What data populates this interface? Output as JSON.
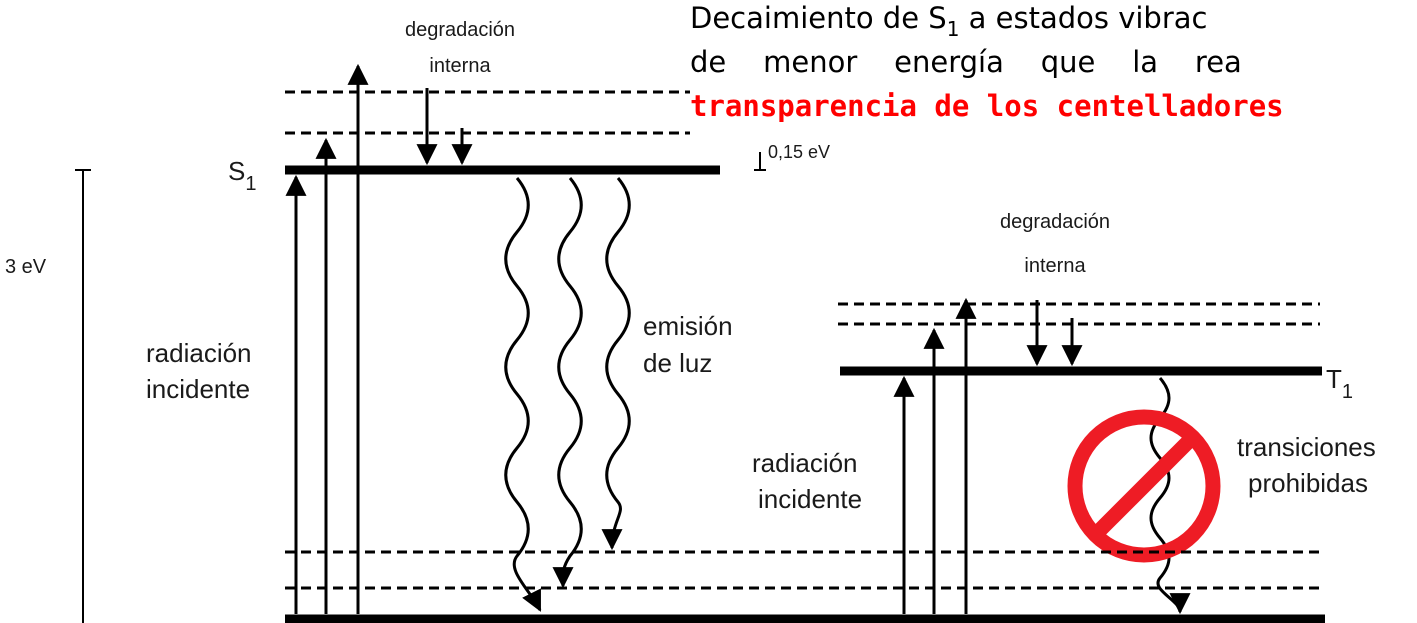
{
  "header": {
    "line1": "Decaimiento de S",
    "line1_sub": "1",
    "line1_rest": " a estados vibrac",
    "line2": "de    menor    energía    que    la    rea",
    "line3_highlight": "transparencia de los centelladores",
    "highlight_color": "#ff0000"
  },
  "singlet": {
    "level_label": "S",
    "level_sub": "1",
    "degradation_line1": "degradación",
    "degradation_line2": "interna",
    "gap_label": "0,15 eV",
    "incident_line1": "radiación",
    "incident_line2": "incidente",
    "emission_line1": "emisión",
    "emission_line2": "de luz"
  },
  "energy_scale": {
    "label": "3 eV"
  },
  "triplet": {
    "level_label": "T",
    "level_sub": "1",
    "degradation_line1": "degradación",
    "degradation_line2": "interna",
    "incident_line1": "radiación",
    "incident_line2": "incidente",
    "forbidden_line1": "transiciones",
    "forbidden_line2": "prohibidas",
    "forbidden_symbol_color": "#ee1c25"
  }
}
